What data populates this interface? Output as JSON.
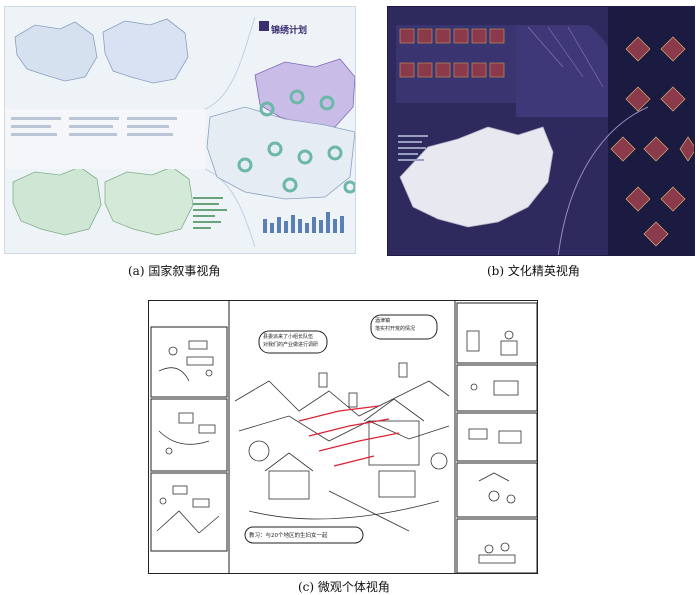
{
  "panel_a": {
    "title": "锦绣计划",
    "caption": "(a) 国家叙事视角"
  },
  "panel_b": {
    "caption": "(b) 文化精英视角"
  },
  "panel_c": {
    "caption": "(c) 微观个体视角",
    "notes": {
      "top_center": "县委派来了小组长队伍\n对我们的产业做进行调研",
      "top_right": "酒津镇\n落实村开荒的情况",
      "bottom": "教习：与20个地区的生妇女一起"
    }
  }
}
